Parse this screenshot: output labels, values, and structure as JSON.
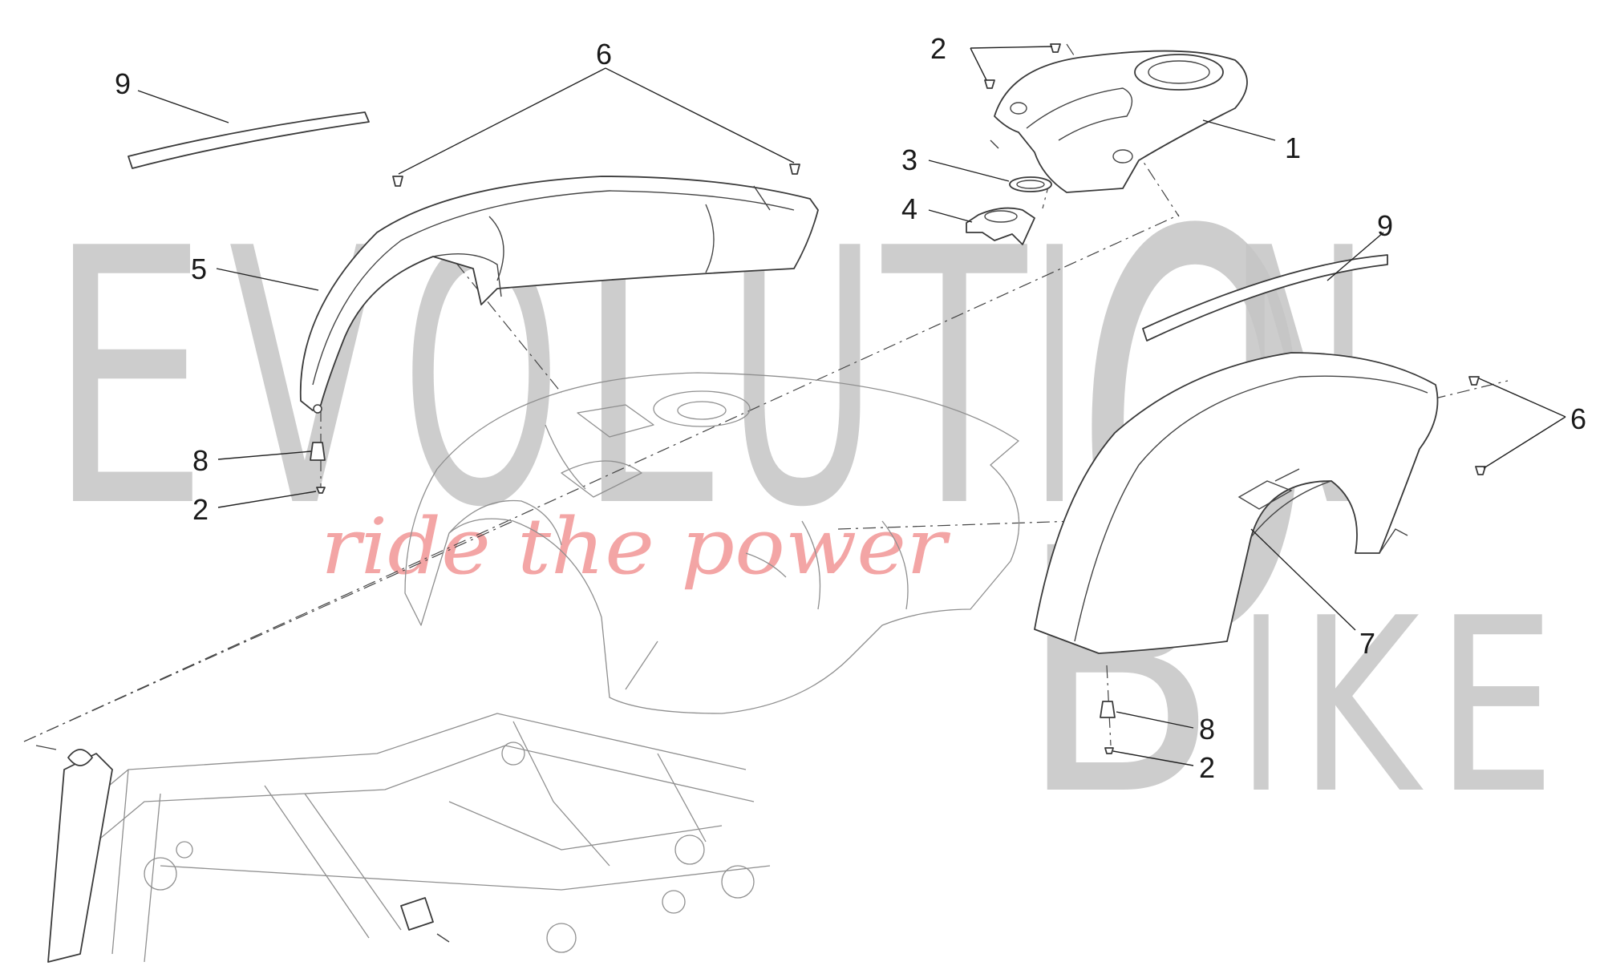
{
  "watermark": {
    "big_letters": [
      "E",
      "V",
      "O",
      "L",
      "U",
      "T",
      "I",
      "O",
      "N"
    ],
    "bike_letters": [
      "B",
      "I",
      "K",
      "E"
    ],
    "tagline": "ride the power",
    "colors": {
      "letters": "#c4c4c4",
      "tagline": "#f08f8f"
    }
  },
  "callouts": {
    "left_strip_9": "9",
    "left_screws_6": "6",
    "left_cover_5": "5",
    "left_bush_8": "8",
    "left_screw_2": "2",
    "top_screws_2": "2",
    "tank_cover_1": "1",
    "gasket_3": "3",
    "ring_4": "4",
    "right_strip_9": "9",
    "right_screws_6": "6",
    "right_cover_7": "7",
    "right_bush_8": "8",
    "right_screw_2": "2"
  }
}
